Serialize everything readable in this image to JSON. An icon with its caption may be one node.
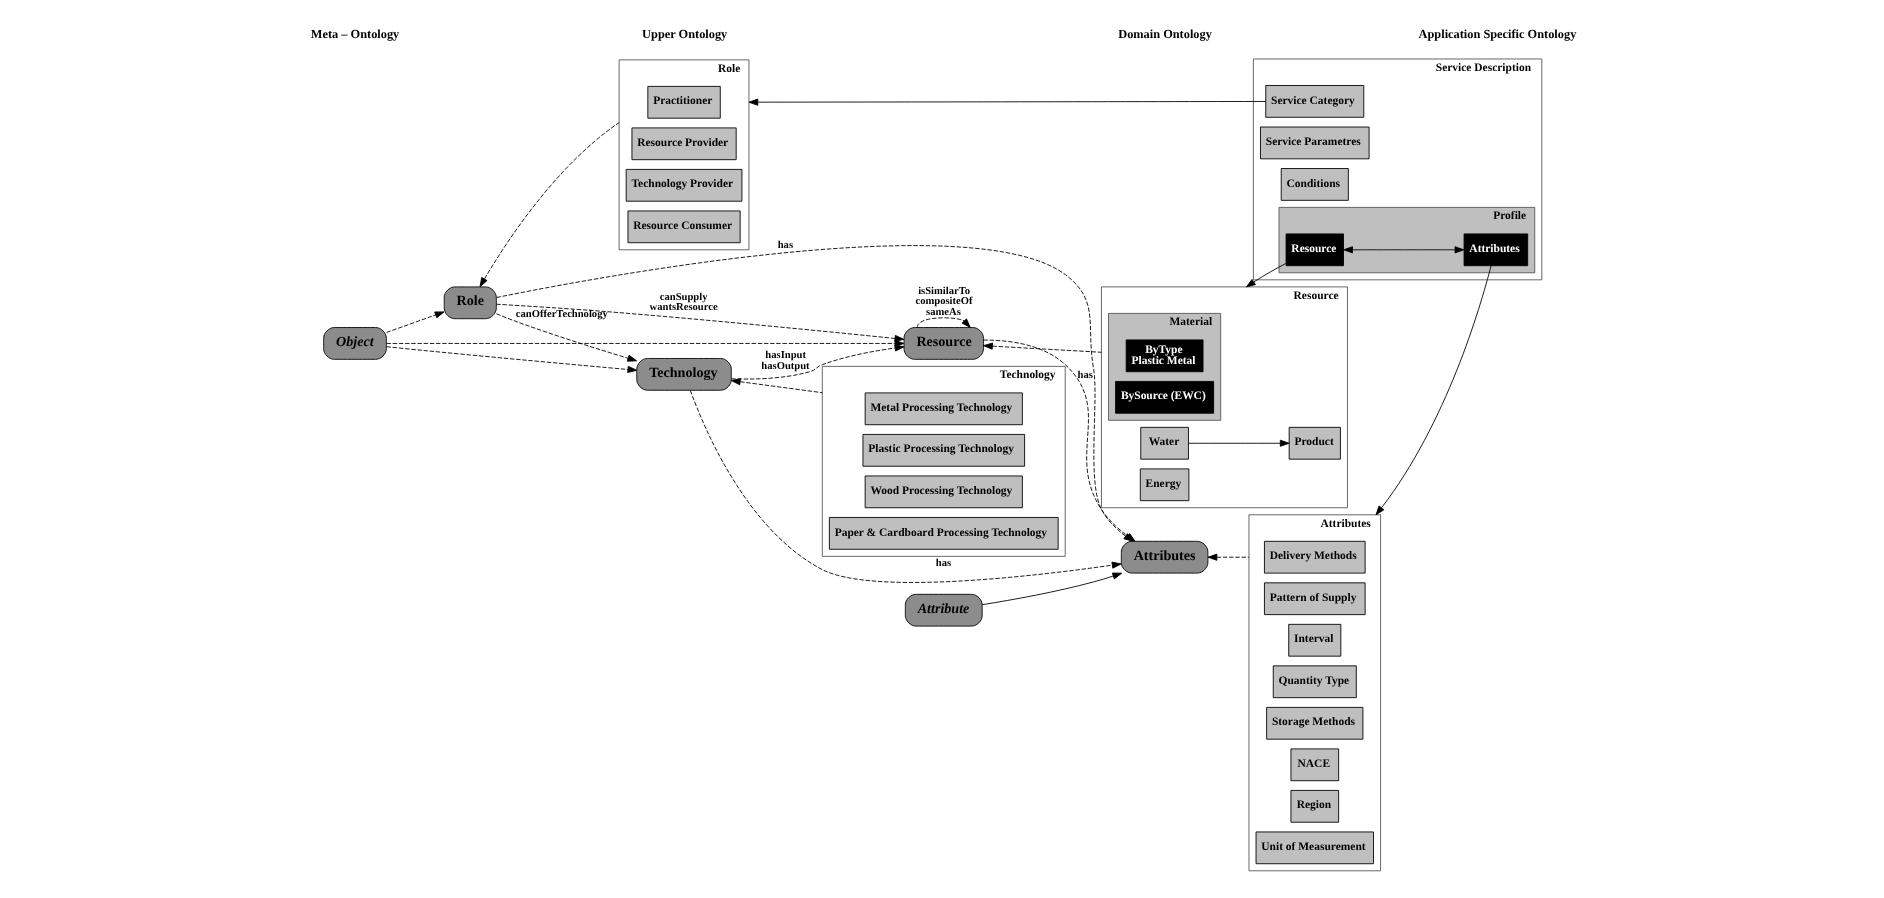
{
  "diagram": {
    "nodes": [
      {
        "text": [
          "Technology"
        ]
      },
      {
        "text": [
          "Object"
        ]
      },
      {
        "text": [
          "Attribute"
        ]
      },
      {
        "text": [
          "Resource"
        ]
      },
      {
        "text": [
          "Attributes"
        ]
      },
      {
        "text": [
          "Role"
        ]
      },
      {
        "text": [
          "Technology"
        ]
      },
      {
        "text": [
          "Metal Processing Technology"
        ],
        "in": 6
      },
      {
        "text": [
          "Plastic Processing Technology"
        ],
        "in": 6
      },
      {
        "text": [
          "Wood Processing Technology"
        ],
        "in": 6
      },
      {
        "text": [
          "Paper & Cardboard Processing Technology"
        ],
        "in": 6
      },
      {
        "text": [
          "Resource"
        ]
      },
      {
        "text": [
          "Material"
        ],
        "in": 11
      },
      {
        "text": [
          "ByType",
          "Plastic Metal"
        ],
        "in": 12
      },
      {
        "text": [
          "BySource (EWC)"
        ],
        "in": 12
      },
      {
        "text": [
          "Product"
        ],
        "in": 11
      },
      {
        "text": [
          "Water"
        ],
        "in": 11
      },
      {
        "text": [
          "Energy"
        ],
        "in": 11
      },
      {
        "text": [
          "Attributes"
        ]
      },
      {
        "text": [
          "Delivery Methods"
        ],
        "in": 18
      },
      {
        "text": [
          "Pattern of Supply"
        ],
        "in": 18
      },
      {
        "text": [
          "Interval"
        ],
        "in": 18
      },
      {
        "text": [
          "Quantity Type"
        ],
        "in": 18
      },
      {
        "text": [
          "Storage Methods"
        ],
        "in": 18
      },
      {
        "text": [
          "NACE"
        ],
        "in": 18
      },
      {
        "text": [
          "Region"
        ],
        "in": 18
      },
      {
        "text": [
          "Unit of Measurement"
        ],
        "in": 18
      },
      {
        "text": [
          "Role"
        ]
      },
      {
        "text": [
          "Practitioner"
        ],
        "in": 27
      },
      {
        "text": [
          "Resource Provider"
        ],
        "in": 27
      },
      {
        "text": [
          "Technology Provider"
        ],
        "in": 27
      },
      {
        "text": [
          "Resource Consumer"
        ],
        "in": 27
      },
      {
        "text": [
          "Service Description"
        ]
      },
      {
        "text": [
          "Profile"
        ],
        "in": 32
      },
      {
        "text": [
          "Resource"
        ],
        "in": 33
      },
      {
        "text": [
          "Attributes"
        ],
        "in": 33
      },
      {
        "text": [
          "Service Parametres"
        ],
        "in": 32
      },
      {
        "text": [
          "Conditions"
        ],
        "in": 32
      },
      {
        "text": [
          "Service Category"
        ],
        "in": 32
      }
    ],
    "edges": [
      {
        "from": 1,
        "to": 0,
        "arrow": "to",
        "style": "dashed"
      },
      {
        "from": 1,
        "to": 3,
        "arrow": "to",
        "style": "dashed"
      },
      {
        "from": 1,
        "to": 5,
        "arrow": "to",
        "style": "dashed"
      },
      {
        "from": 2,
        "to": 4,
        "arrow": "to"
      },
      {
        "from": 0,
        "to": 3,
        "label": "hasInput hasOutput",
        "arrow": "to",
        "style": "dashed"
      },
      {
        "from": 3,
        "to": 3,
        "label": "isSimilarTo compositeOf sameAs",
        "arrow": "to",
        "style": "dashed"
      },
      {
        "from": 0,
        "to": 4,
        "label": "has",
        "arrow": "to",
        "style": "dashed"
      },
      {
        "from": 5,
        "to": 0,
        "label": "canOfferTechnology",
        "arrow": "to",
        "style": "dashed"
      },
      {
        "from": 5,
        "to": 3,
        "label": "canSupply wantsResource",
        "arrow": "to",
        "style": "dashed"
      },
      {
        "from": 3,
        "to": 4,
        "label": "has",
        "arrow": "to",
        "style": "dashed"
      },
      {
        "from": 5,
        "to": 4,
        "label": "has",
        "arrow": "to",
        "style": "dashed"
      },
      {
        "from": 6,
        "to": 0,
        "arrow": "to",
        "style": "dashed"
      },
      {
        "from": 11,
        "to": 3,
        "arrow": "to",
        "style": "dashed"
      },
      {
        "from": 18,
        "to": 4,
        "arrow": "to",
        "style": "dashed"
      },
      {
        "from": 27,
        "to": 5,
        "arrow": "to",
        "style": "dashed"
      },
      {
        "from": 16,
        "to": 15,
        "arrow": "to"
      },
      {
        "from": 34,
        "to": 11,
        "arrow": "to"
      },
      {
        "from": 34,
        "to": 35,
        "arrow": "both"
      },
      {
        "from": 35,
        "to": 18,
        "arrow": "to"
      },
      {
        "from": 38,
        "to": 27,
        "arrow": "to"
      }
    ],
    "labels": [
      "Meta – Ontology",
      "Upper Ontology",
      "Domain Ontology",
      "Application Specific Ontology"
    ]
  }
}
